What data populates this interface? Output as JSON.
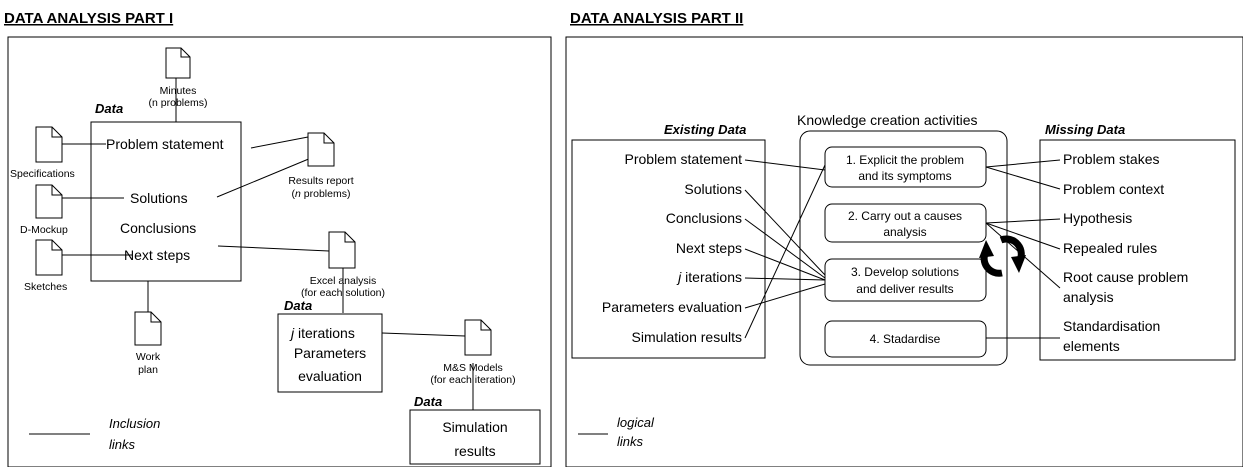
{
  "part1": {
    "title": "DATA ANALYSIS PART I",
    "data_label": "Data",
    "main_items": [
      "Problem statement",
      "Solutions",
      "Conclusions",
      "Next steps"
    ],
    "docs": {
      "minutes": [
        "Minutes",
        "(n problems)"
      ],
      "specifications": [
        "Specifications"
      ],
      "dmockup": [
        "D-Mockup"
      ],
      "sketches": [
        "Sketches"
      ],
      "results_report": [
        "Results report",
        "(n problems)"
      ],
      "excel": [
        "Excel analysis",
        "(for each solution)"
      ],
      "work_plan": [
        "Work",
        "plan"
      ],
      "ms_models": [
        "M&S Models",
        "(for each iteration)"
      ]
    },
    "iter_box": {
      "data_label": "Data",
      "lines": [
        "j iterations",
        "Parameters",
        "evaluation"
      ]
    },
    "sim_box": {
      "data_label": "Data",
      "lines": [
        "Simulation",
        "results"
      ]
    },
    "legend": [
      "Inclusion",
      "links"
    ]
  },
  "part2": {
    "title": "DATA ANALYSIS PART II",
    "existing_label": "Existing Data",
    "existing_items": [
      "Problem statement",
      "Solutions",
      "Conclusions",
      "Next steps",
      "j iterations",
      "Parameters evaluation",
      "Simulation results"
    ],
    "activities_label": "Knowledge creation activities",
    "activities": [
      [
        "1. Explicit the problem",
        "and its symptoms"
      ],
      [
        "2. Carry out a causes",
        "analysis"
      ],
      [
        "3. Develop solutions",
        "and deliver results"
      ],
      [
        "4. Stadardise"
      ]
    ],
    "missing_label": "Missing Data",
    "missing_items": [
      "Problem stakes",
      "Problem context",
      "Hypothesis",
      "Repealed rules",
      "Root cause problem",
      "analysis",
      "Standardisation",
      "elements"
    ],
    "legend": [
      "logical",
      "links"
    ]
  }
}
